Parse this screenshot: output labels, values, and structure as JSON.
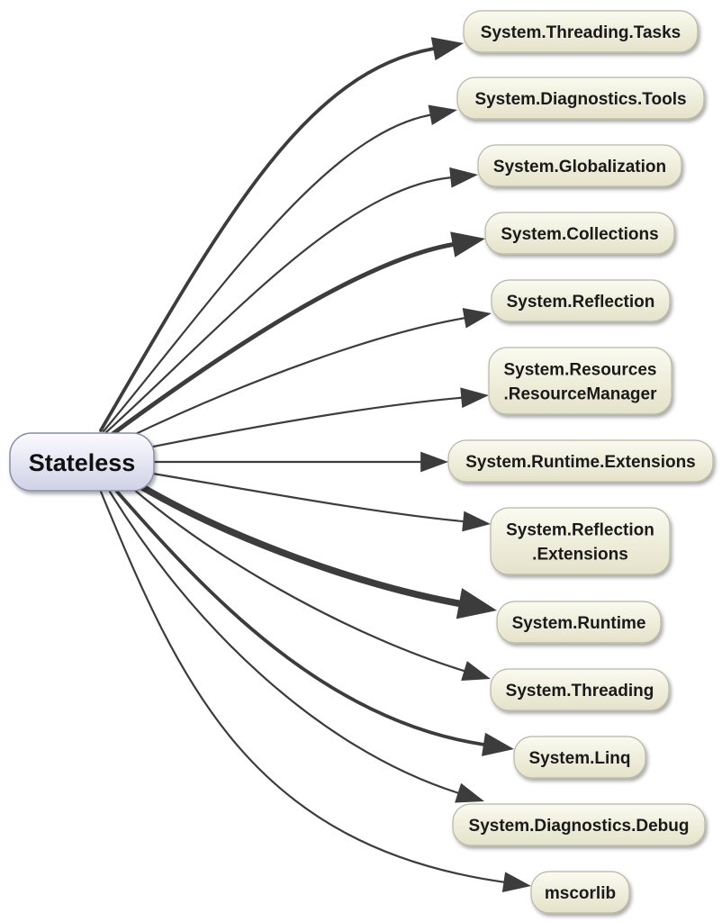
{
  "diagram": {
    "root": {
      "label": "Stateless"
    },
    "nodes": [
      {
        "id": "tasks",
        "lines": [
          "System.Threading.Tasks"
        ],
        "weight": 3
      },
      {
        "id": "diag-tools",
        "lines": [
          "System.Diagnostics.Tools"
        ],
        "weight": 1
      },
      {
        "id": "globalization",
        "lines": [
          "System.Globalization"
        ],
        "weight": 1
      },
      {
        "id": "collections",
        "lines": [
          "System.Collections"
        ],
        "weight": 5
      },
      {
        "id": "reflection",
        "lines": [
          "System.Reflection"
        ],
        "weight": 1
      },
      {
        "id": "resources",
        "lines": [
          "System.Resources",
          ".ResourceManager"
        ],
        "weight": 1
      },
      {
        "id": "runtime-ext",
        "lines": [
          "System.Runtime.Extensions"
        ],
        "weight": 1
      },
      {
        "id": "reflection-ext",
        "lines": [
          "System.Reflection",
          ".Extensions"
        ],
        "weight": 1
      },
      {
        "id": "runtime",
        "lines": [
          "System.Runtime"
        ],
        "weight": 12
      },
      {
        "id": "threading",
        "lines": [
          "System.Threading"
        ],
        "weight": 1
      },
      {
        "id": "linq",
        "lines": [
          "System.Linq"
        ],
        "weight": 3
      },
      {
        "id": "diag-debug",
        "lines": [
          "System.Diagnostics.Debug"
        ],
        "weight": 1
      },
      {
        "id": "mscorlib",
        "lines": [
          "mscorlib"
        ],
        "weight": 1
      }
    ],
    "colors": {
      "node_fill_top": "#fafaf0",
      "node_fill_bottom": "#e4e2c8",
      "node_stroke": "#b8b7a4",
      "root_fill_top": "#fbfbff",
      "root_fill_bottom": "#cfd1e6",
      "root_stroke": "#8a8ca8",
      "edge": "#3c3c3c"
    }
  }
}
